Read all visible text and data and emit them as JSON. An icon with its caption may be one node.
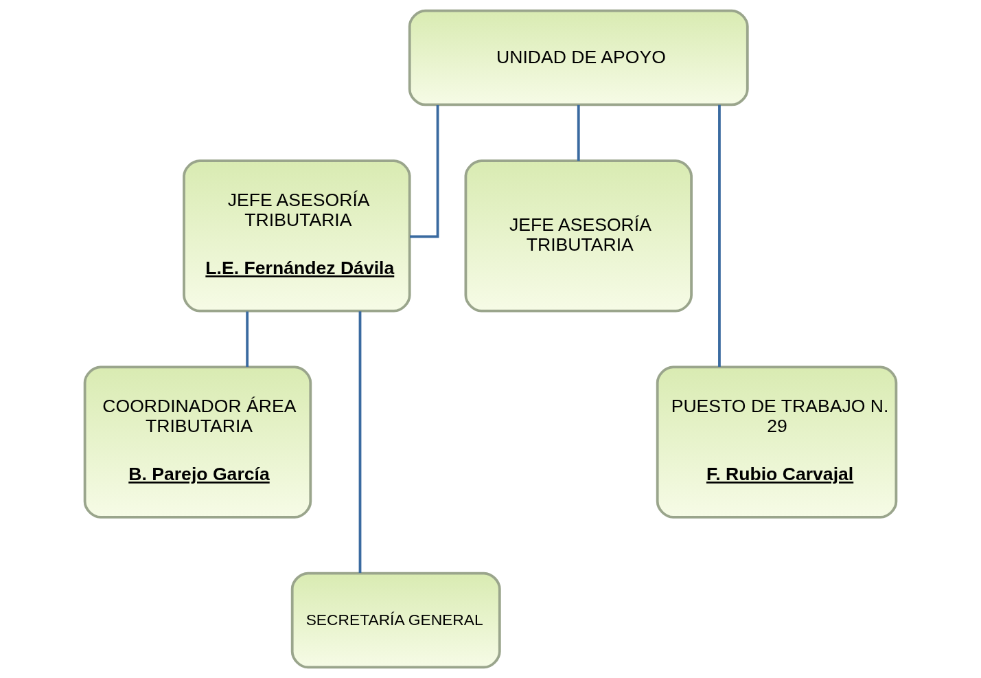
{
  "diagram": {
    "nodes": [
      {
        "text": [
          "UNIDAD DE APOYO"
        ]
      },
      {
        "text": [
          "JEFE ASESORÍA TRIBUTARIA",
          "L.E. Fernández Dávila"
        ]
      },
      {
        "text": [
          "JEFE ASESORÍA TRIBUTARIA"
        ]
      },
      {
        "text": [
          "PUESTO DE TRABAJO N. 29",
          "F. Rubio Carvajal"
        ]
      },
      {
        "text": [
          "COORDINADOR ÁREA TRIBUTARIA",
          "B. Parejo García"
        ]
      },
      {
        "text": [
          "SECRETARÍA GENERAL"
        ]
      }
    ],
    "edges": [
      {
        "from": 0,
        "to": 1,
        "arrow": "none"
      },
      {
        "from": 0,
        "to": 3,
        "arrow": "none"
      },
      {
        "from": 0,
        "to": 2,
        "arrow": "none"
      },
      {
        "from": 1,
        "to": 4,
        "arrow": "none"
      },
      {
        "from": 1,
        "to": 5,
        "arrow": "none"
      }
    ]
  }
}
